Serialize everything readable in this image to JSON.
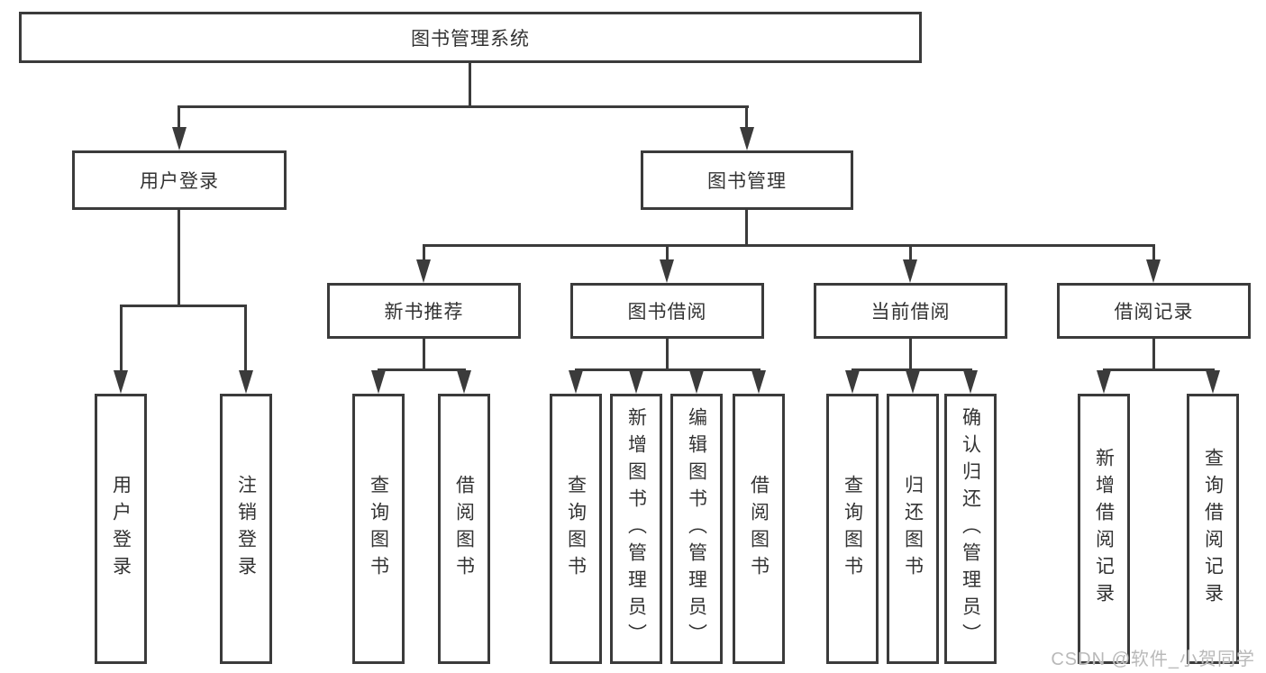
{
  "diagram_title": "图书管理系统",
  "nodes": {
    "root": "图书管理系统",
    "user_login": "用户登录",
    "book_mgmt": "图书管理",
    "new_book_rec": "新书推荐",
    "book_borrow": "图书借阅",
    "current_borrow": "当前借阅",
    "borrow_record": "借阅记录",
    "ul_user_login": "用户登录",
    "ul_logout": "注销登录",
    "nb_query_book": "查询图书",
    "nb_borrow_book": "借阅图书",
    "bb_query_book": "查询图书",
    "bb_add_book": "新增图书（管理员）",
    "bb_edit_book": "编辑图书（管理员）",
    "bb_borrow_book": "借阅图书",
    "cb_query_book": "查询图书",
    "cb_return_book": "归还图书",
    "cb_confirm_return": "确认归还（管理员）",
    "br_add_record": "新增借阅记录",
    "br_query_record": "查询借阅记录"
  },
  "hierarchy": {
    "图书管理系统": {
      "用户登录": [
        "用户登录",
        "注销登录"
      ],
      "图书管理": {
        "新书推荐": [
          "查询图书",
          "借阅图书"
        ],
        "图书借阅": [
          "查询图书",
          "新增图书（管理员）",
          "编辑图书（管理员）",
          "借阅图书"
        ],
        "当前借阅": [
          "查询图书",
          "归还图书",
          "确认归还（管理员）"
        ],
        "借阅记录": [
          "新增借阅记录",
          "查询借阅记录"
        ]
      }
    }
  },
  "watermark": {
    "text": "CSDN @软件_小贺同学"
  },
  "colors": {
    "line": "#3b3b3b",
    "box_background": "#ffffff",
    "text": "#333333",
    "watermark": "#b9b9b9"
  }
}
